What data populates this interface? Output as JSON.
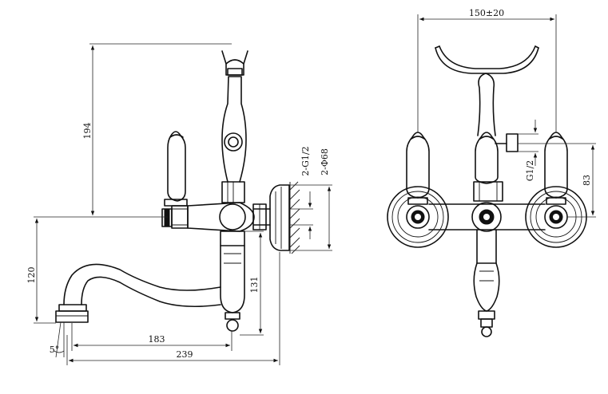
{
  "dimensions": {
    "height_total": "194",
    "spout_height": "120",
    "body_height": "131",
    "spout_reach": "183",
    "overall_reach": "239",
    "spout_angle": "5°",
    "wall_thread": "2-G1/2",
    "flange_diameter": "2-Φ68",
    "center_distance": "150±20",
    "outlet_thread": "G1/2",
    "outlet_height": "83"
  }
}
